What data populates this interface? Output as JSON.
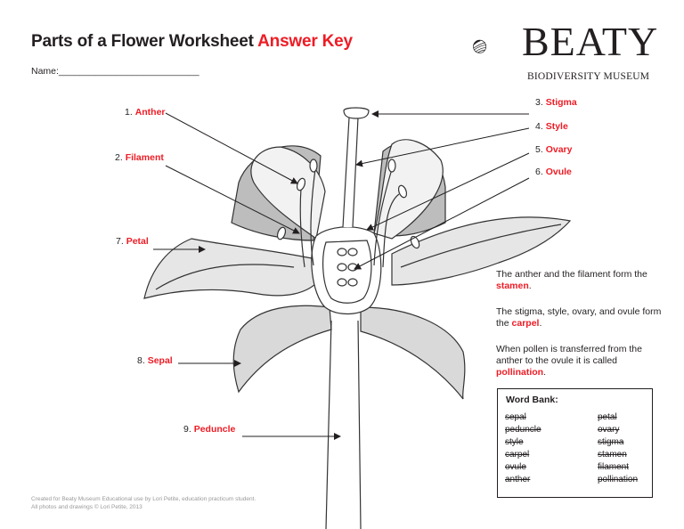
{
  "header": {
    "title_prefix": "Parts of a Flower Worksheet",
    "title_answer": "Answer Key",
    "name_label": "Name:___________________________"
  },
  "logo": {
    "word": "BEATY",
    "subtitle": "BIODIVERSITY MUSEUM",
    "icon": "shell-icon"
  },
  "labels": [
    {
      "num": "1.",
      "answer": "Anther"
    },
    {
      "num": "2.",
      "answer": "Filament"
    },
    {
      "num": "3.",
      "answer": "Stigma"
    },
    {
      "num": "4.",
      "answer": "Style"
    },
    {
      "num": "5.",
      "answer": "Ovary"
    },
    {
      "num": "6.",
      "answer": "Ovule"
    },
    {
      "num": "7.",
      "answer": "Petal"
    },
    {
      "num": "8.",
      "answer": "Sepal"
    },
    {
      "num": "9.",
      "answer": "Peduncle"
    }
  ],
  "statements": [
    {
      "text": "The anther and the filament form the",
      "answer": "stamen",
      "end": "."
    },
    {
      "text": "The stigma, style, ovary, and ovule form the",
      "answer": "carpel",
      "end": "."
    },
    {
      "text": "When pollen is transferred from the anther to the ovule it is called",
      "answer": "pollination",
      "end": "."
    }
  ],
  "word_bank": {
    "title": "Word Bank:",
    "left": [
      "sepal",
      "peduncle",
      "style",
      "carpel",
      "ovule",
      "anther"
    ],
    "right": [
      "petal",
      "ovary",
      "stigma",
      "stamen",
      "filament",
      "pollination"
    ]
  },
  "footer": {
    "line1": "Created for Beaty Museum Educational use by Lori Petite, education practicum student.",
    "line2": "All photos and drawings © Lori Petite, 2013"
  },
  "colors": {
    "answer": "#ee1c25",
    "text": "#231f20",
    "footer": "#9a9a9a"
  }
}
